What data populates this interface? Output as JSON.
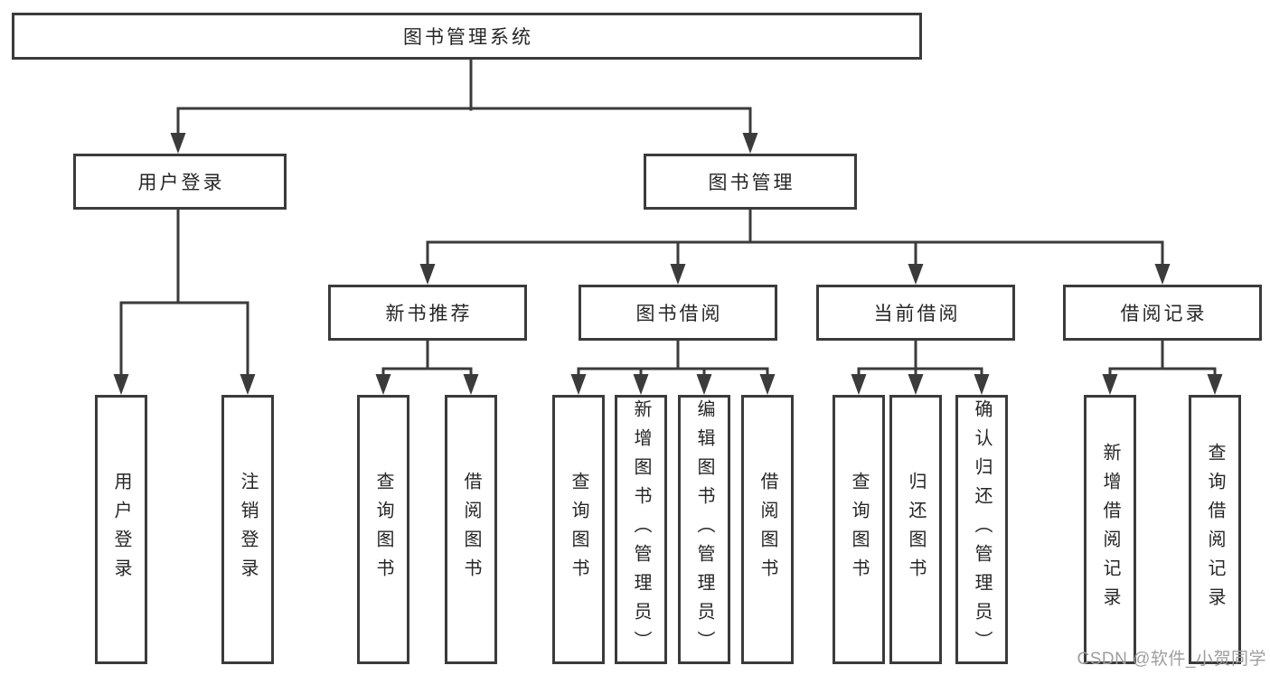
{
  "title": "图书管理系统",
  "tree": {
    "label": "图书管理系统",
    "children": [
      {
        "label": "用户登录",
        "children": [
          {
            "label": "用户登录"
          },
          {
            "label": "注销登录"
          }
        ]
      },
      {
        "label": "图书管理",
        "children": [
          {
            "label": "新书推荐",
            "children": [
              {
                "label": "查询图书"
              },
              {
                "label": "借阅图书"
              }
            ]
          },
          {
            "label": "图书借阅",
            "children": [
              {
                "label": "查询图书"
              },
              {
                "label": "新增图书（管理员）"
              },
              {
                "label": "编辑图书（管理员）"
              },
              {
                "label": "借阅图书"
              }
            ]
          },
          {
            "label": "当前借阅",
            "children": [
              {
                "label": "查询图书"
              },
              {
                "label": "归还图书"
              },
              {
                "label": "确认归还（管理员）"
              }
            ]
          },
          {
            "label": "借阅记录",
            "children": [
              {
                "label": "新增借阅记录"
              },
              {
                "label": "查询借阅记录"
              }
            ]
          }
        ]
      }
    ]
  },
  "watermark": {
    "text": "CSDN @软件_小贺同学"
  },
  "colors": {
    "line": "#3b3b3b",
    "text": "#262626",
    "background": "#ffffff",
    "watermark": "#9e9e9e"
  }
}
